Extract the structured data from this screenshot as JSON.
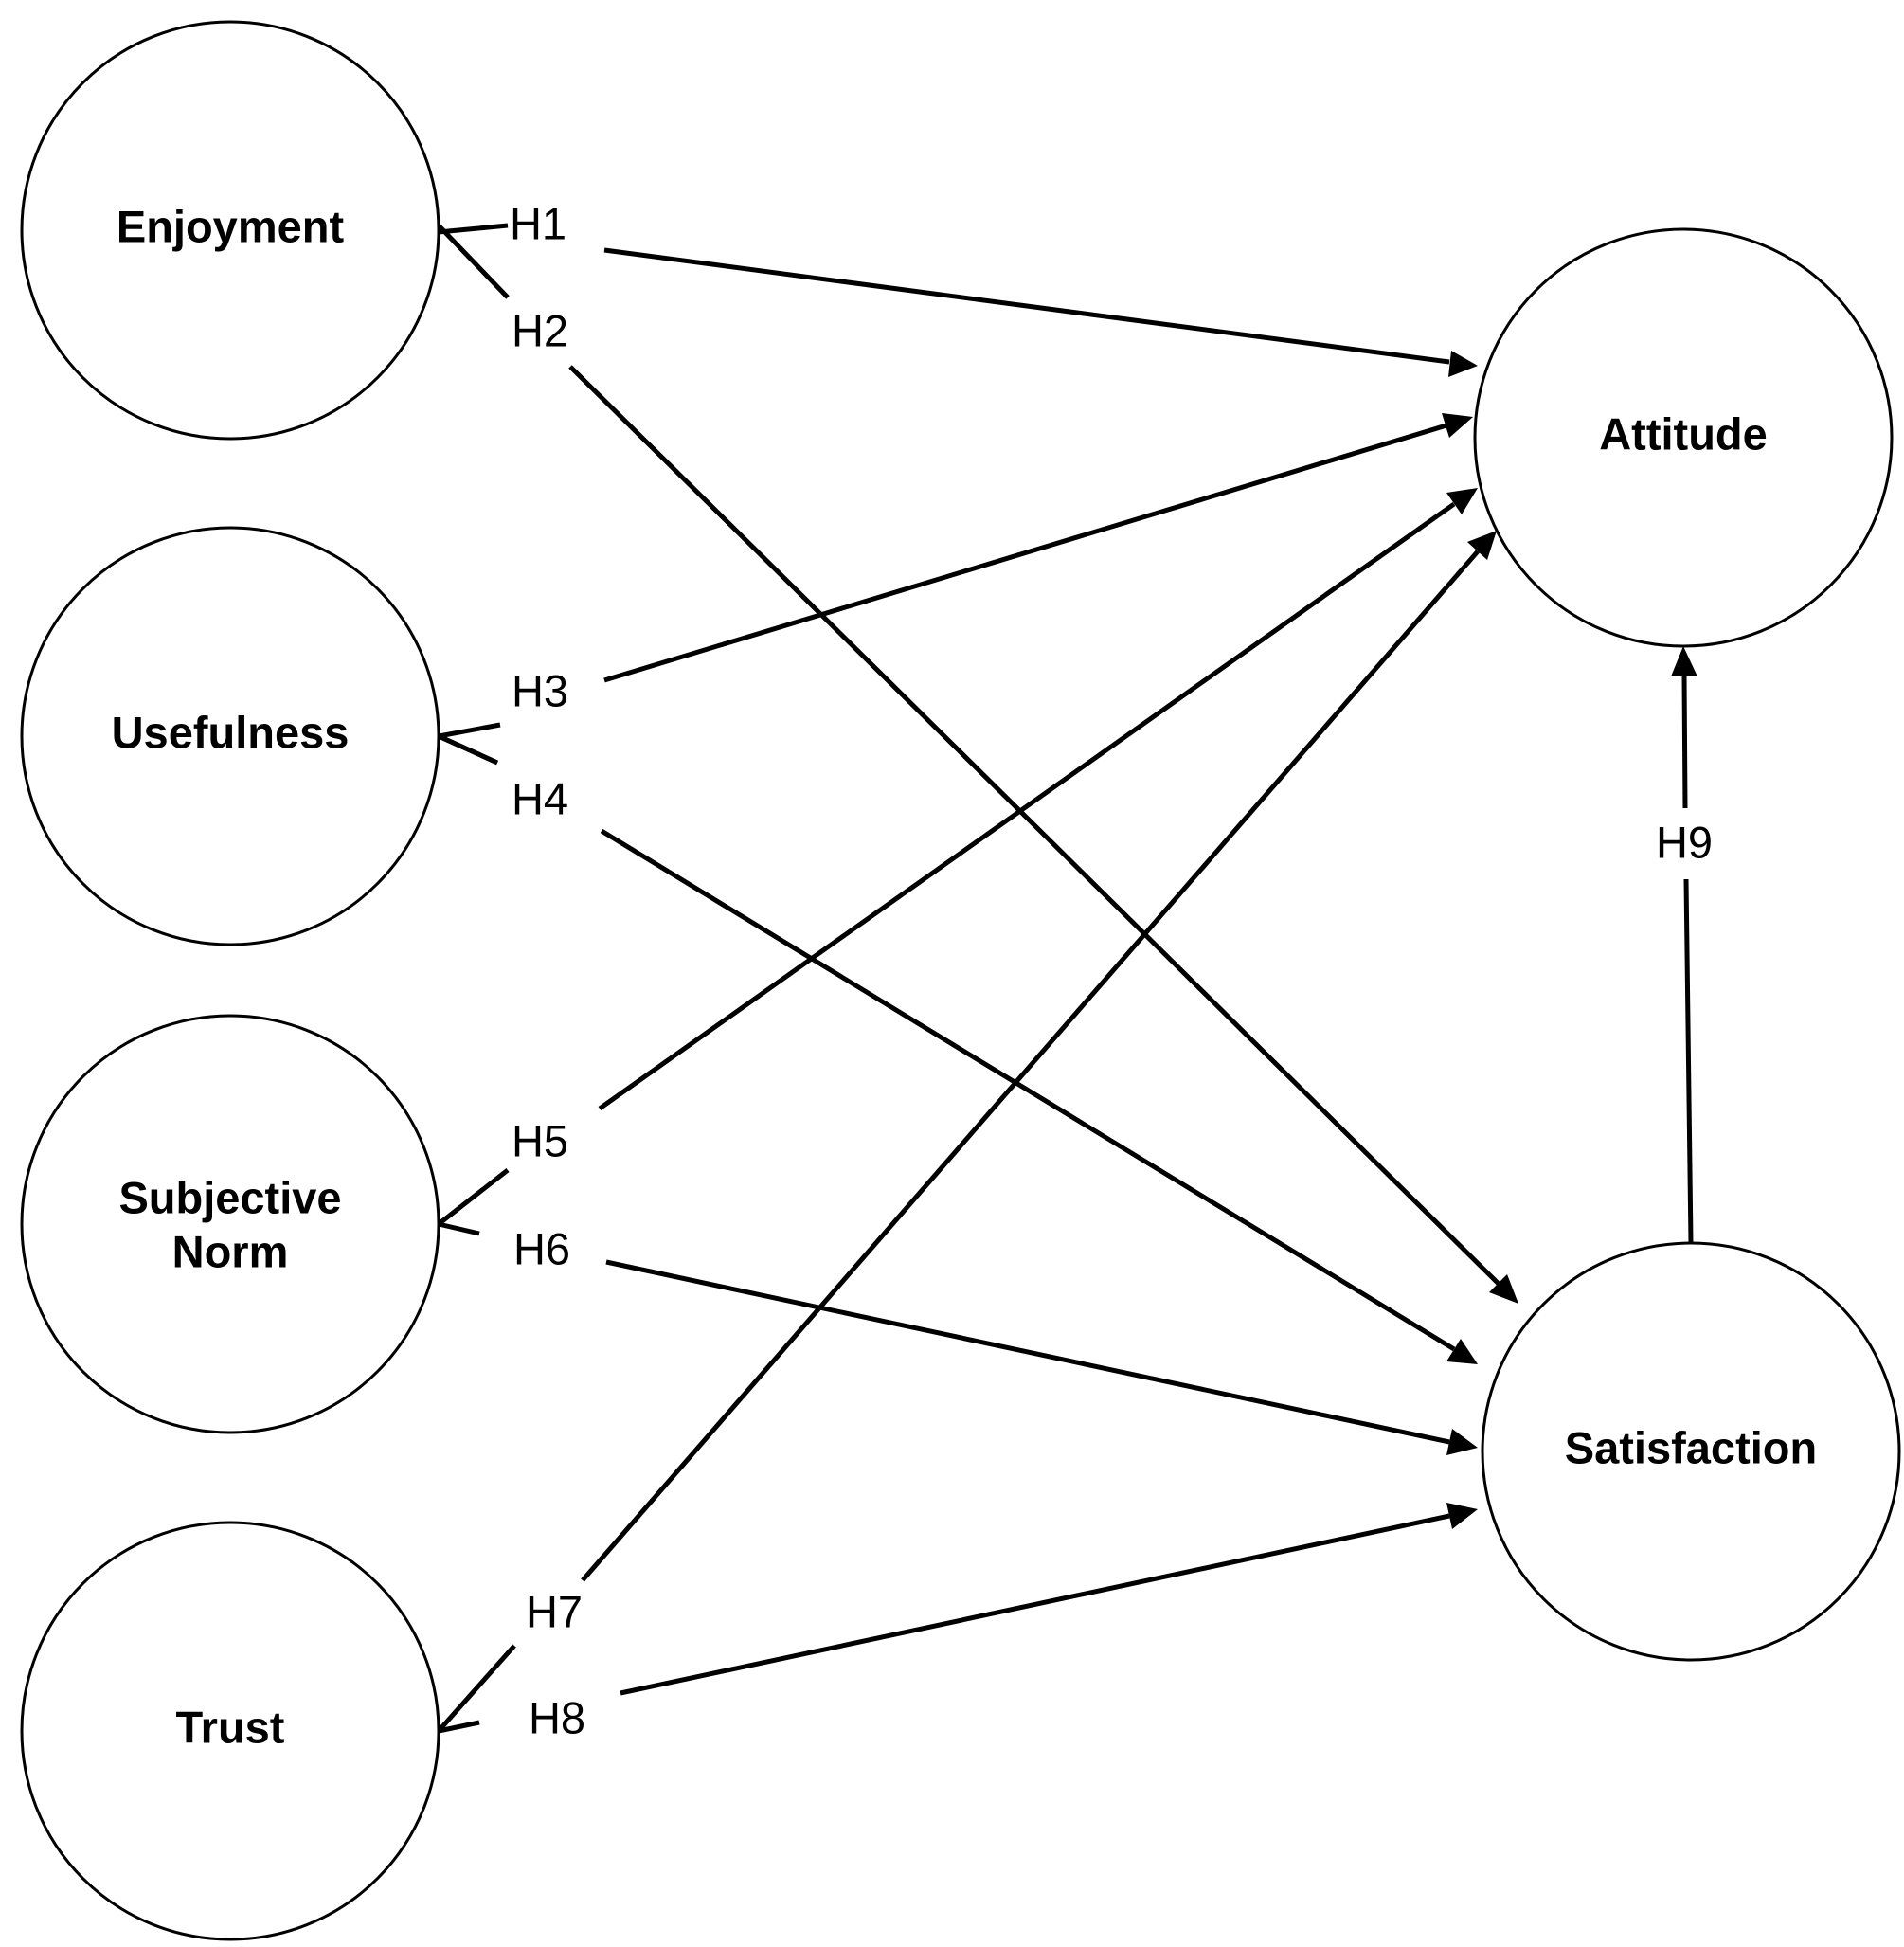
{
  "nodes": {
    "enjoyment": {
      "label": "Enjoyment"
    },
    "usefulness": {
      "label": "Usefulness"
    },
    "subjective_norm": {
      "line1": "Subjective",
      "line2": "Norm"
    },
    "trust": {
      "label": "Trust"
    },
    "attitude": {
      "label": "Attitude"
    },
    "satisfaction": {
      "label": "Satisfaction"
    }
  },
  "edges": {
    "h1": {
      "label": "H1",
      "from": "Enjoyment",
      "to": "Attitude"
    },
    "h2": {
      "label": "H2",
      "from": "Enjoyment",
      "to": "Satisfaction"
    },
    "h3": {
      "label": "H3",
      "from": "Usefulness",
      "to": "Attitude"
    },
    "h4": {
      "label": "H4",
      "from": "Usefulness",
      "to": "Satisfaction"
    },
    "h5": {
      "label": "H5",
      "from": "Subjective Norm",
      "to": "Attitude"
    },
    "h6": {
      "label": "H6",
      "from": "Subjective Norm",
      "to": "Satisfaction"
    },
    "h7": {
      "label": "H7",
      "from": "Trust",
      "to": "Attitude"
    },
    "h8": {
      "label": "H8",
      "from": "Trust",
      "to": "Satisfaction"
    },
    "h9": {
      "label": "H9",
      "from": "Satisfaction",
      "to": "Attitude"
    }
  },
  "colors": {
    "stroke": "#000000",
    "background": "#ffffff"
  }
}
